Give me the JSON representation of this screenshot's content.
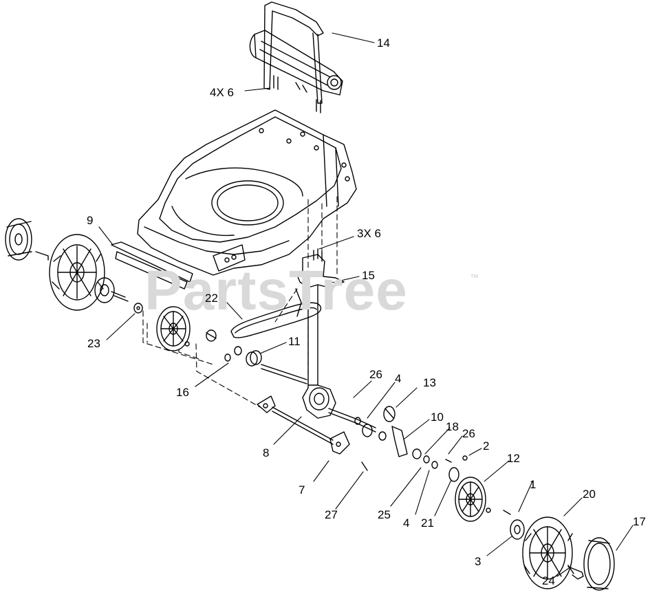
{
  "watermark": {
    "text": "PartsTree",
    "tm": "™"
  },
  "callouts": [
    {
      "id": "c14",
      "text": "14"
    },
    {
      "id": "c4x6",
      "text": "4X 6"
    },
    {
      "id": "c9",
      "text": "9"
    },
    {
      "id": "c3x6",
      "text": "3X 6"
    },
    {
      "id": "c15",
      "text": "15"
    },
    {
      "id": "c22",
      "text": "22"
    },
    {
      "id": "c23",
      "text": "23"
    },
    {
      "id": "c11",
      "text": "11"
    },
    {
      "id": "c16",
      "text": "16"
    },
    {
      "id": "c26a",
      "text": "26"
    },
    {
      "id": "c4a",
      "text": "4"
    },
    {
      "id": "c13",
      "text": "13"
    },
    {
      "id": "c10",
      "text": "10"
    },
    {
      "id": "c18",
      "text": "18"
    },
    {
      "id": "c26b",
      "text": "26"
    },
    {
      "id": "c8",
      "text": "8"
    },
    {
      "id": "c2",
      "text": "2"
    },
    {
      "id": "c12",
      "text": "12"
    },
    {
      "id": "c7",
      "text": "7"
    },
    {
      "id": "c27",
      "text": "27"
    },
    {
      "id": "c25",
      "text": "25"
    },
    {
      "id": "c4b",
      "text": "4"
    },
    {
      "id": "c21",
      "text": "21"
    },
    {
      "id": "c1",
      "text": "1"
    },
    {
      "id": "c20",
      "text": "20"
    },
    {
      "id": "c17",
      "text": "17"
    },
    {
      "id": "c3",
      "text": "3"
    },
    {
      "id": "c24",
      "text": "24"
    }
  ]
}
